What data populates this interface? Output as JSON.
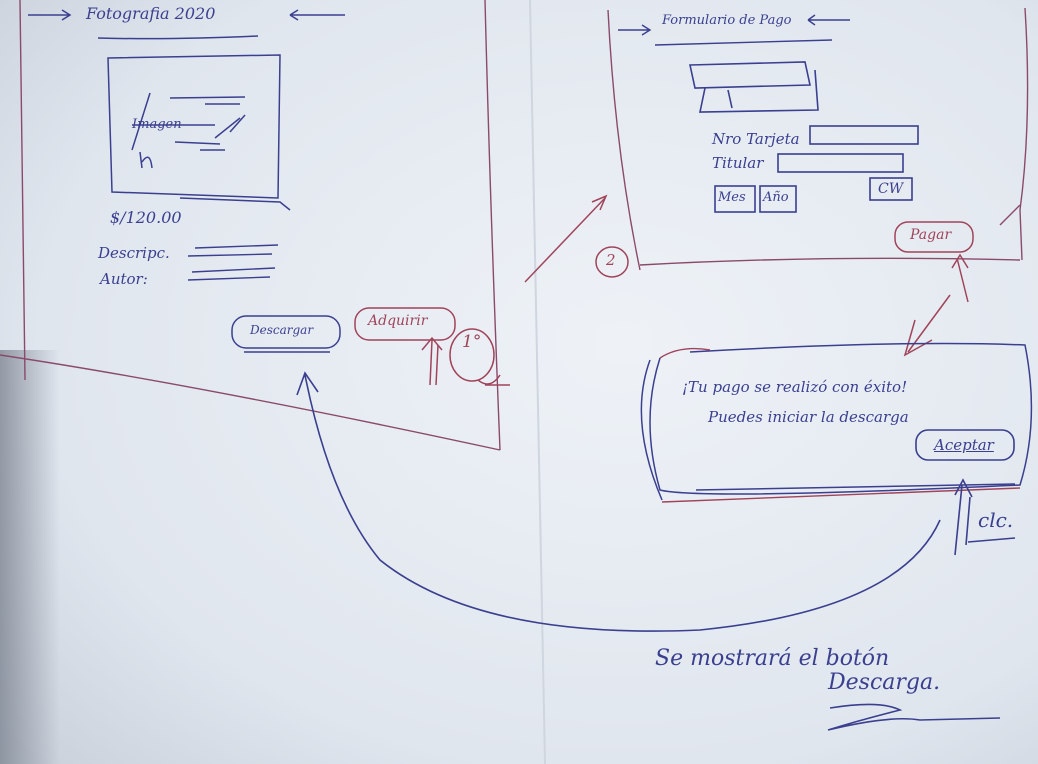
{
  "screen1": {
    "title": "Fotografia 2020",
    "image_label": "Imagen",
    "price": "$/120.00",
    "description_label": "Descripc.",
    "author_label": "Autor:",
    "download_button": "Descargar",
    "buy_button": "Adquirir",
    "step_number": "1°"
  },
  "screen2": {
    "title": "Formulario de Pago",
    "card_number_label": "Nro Tarjeta",
    "holder_label": "Titular",
    "month_field": "Mes",
    "year_field": "Año",
    "cvv_field": "CW",
    "pay_button": "Pagar",
    "step_number": "2"
  },
  "dialog": {
    "message_line1": "¡Tu pago se realizó con éxito!",
    "message_line2": "Puedes iniciar la descarga",
    "accept_button": "Aceptar"
  },
  "annotations": {
    "click_note": "clc.",
    "bottom_note_line1": "Se mostrará el botón",
    "bottom_note_line2": "Descarga."
  },
  "colors": {
    "paper": "#e8edf3",
    "blue_ink": "#3a3f8f",
    "red_ink": "#a0445a"
  }
}
